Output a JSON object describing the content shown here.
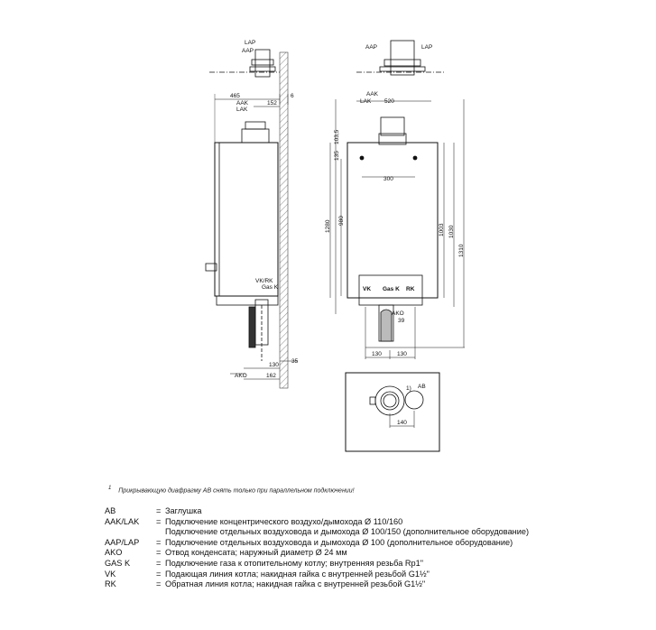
{
  "drawing": {
    "side_view": {
      "labels": {
        "lap": "LAP",
        "aap": "AAP",
        "aak": "AAK",
        "lak": "LAK",
        "vkrk": "VK/RK",
        "gask": "Gas K",
        "ako": "AKO"
      },
      "dims": {
        "d465": "465",
        "d6": "6",
        "d152": "152",
        "d130": "130",
        "d162": "162",
        "d35": "35"
      }
    },
    "front_view": {
      "labels": {
        "aap": "AAP",
        "lap": "LAP",
        "aak": "AAK",
        "lak": "LAK",
        "vk": "VK",
        "gask": "Gas K",
        "rk": "RK",
        "ako": "AKO"
      },
      "dims": {
        "d520": "520",
        "d135": "135",
        "d103_5": "103,5",
        "d300": "300",
        "d1280": "1280",
        "d980": "980",
        "d1003": "1003",
        "d1030": "1030",
        "d1310": "1310",
        "d39": "39",
        "d130a": "130",
        "d130b": "130"
      }
    },
    "top_view": {
      "labels": {
        "note": "1)",
        "ab": "AB"
      },
      "dims": {
        "d140": "140"
      }
    }
  },
  "footnote": {
    "mark": "1",
    "text": "Прикрывающую диафрагму AB снять только при параллельном подключении!"
  },
  "legend": [
    {
      "key": "AB",
      "eq": "=",
      "text": "Заглушка"
    },
    {
      "key": "AAK/LAK",
      "eq": "=",
      "text": "Подключение концентрического воздухо/дымохода Ø 110/160"
    },
    {
      "key": "",
      "eq": "",
      "text": "Подключение отдельных воздуховода и дымохода Ø 100/150 (дополнительное оборудование)"
    },
    {
      "key": "AAP/LAP",
      "eq": "=",
      "text": "Подключение отдельных воздуховода и дымохода Ø 100 (дополнительное оборудование)"
    },
    {
      "key": "AKO",
      "eq": "=",
      "text": "Отвод конденсата; наружный диаметр Ø 24 мм"
    },
    {
      "key": "GAS K",
      "eq": "=",
      "text": "Подключение газа к отопительному котлу; внутренняя резьба Rp1\""
    },
    {
      "key": "VK",
      "eq": "=",
      "text": "Подающая линия котла; накидная гайка с внутренней резьбой G1½\""
    },
    {
      "key": "RK",
      "eq": "=",
      "text": "Обратная линия котла; накидная гайка с внутренней резьбой G1½\""
    }
  ]
}
